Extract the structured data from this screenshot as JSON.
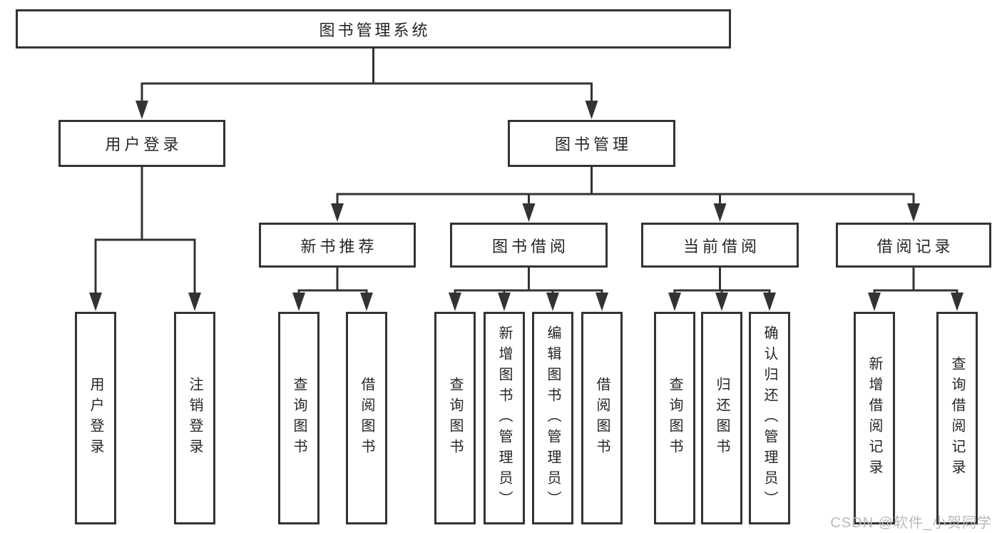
{
  "diagram": {
    "root": {
      "label": "图书管理系统",
      "children": [
        {
          "label": "用户登录",
          "children": [
            {
              "label": "用户登录"
            },
            {
              "label": "注销登录"
            }
          ]
        },
        {
          "label": "图书管理",
          "children": [
            {
              "label": "新书推荐",
              "children": [
                {
                  "label": "查询图书"
                },
                {
                  "label": "借阅图书"
                }
              ]
            },
            {
              "label": "图书借阅",
              "children": [
                {
                  "label": "查询图书"
                },
                {
                  "label": "新增图书（管理员）"
                },
                {
                  "label": "编辑图书（管理员）"
                },
                {
                  "label": "借阅图书"
                }
              ]
            },
            {
              "label": "当前借阅",
              "children": [
                {
                  "label": "查询图书"
                },
                {
                  "label": "归还图书"
                },
                {
                  "label": "确认归还（管理员）"
                }
              ]
            },
            {
              "label": "借阅记录",
              "children": [
                {
                  "label": "新增借阅记录"
                },
                {
                  "label": "查询借阅记录"
                }
              ]
            }
          ]
        }
      ]
    },
    "colors": {
      "line": "#333333",
      "text": "#262626",
      "background": "#ffffff",
      "watermark_text": "#b9b9b9"
    }
  },
  "watermark": "CSDN @软件_小贺同学"
}
